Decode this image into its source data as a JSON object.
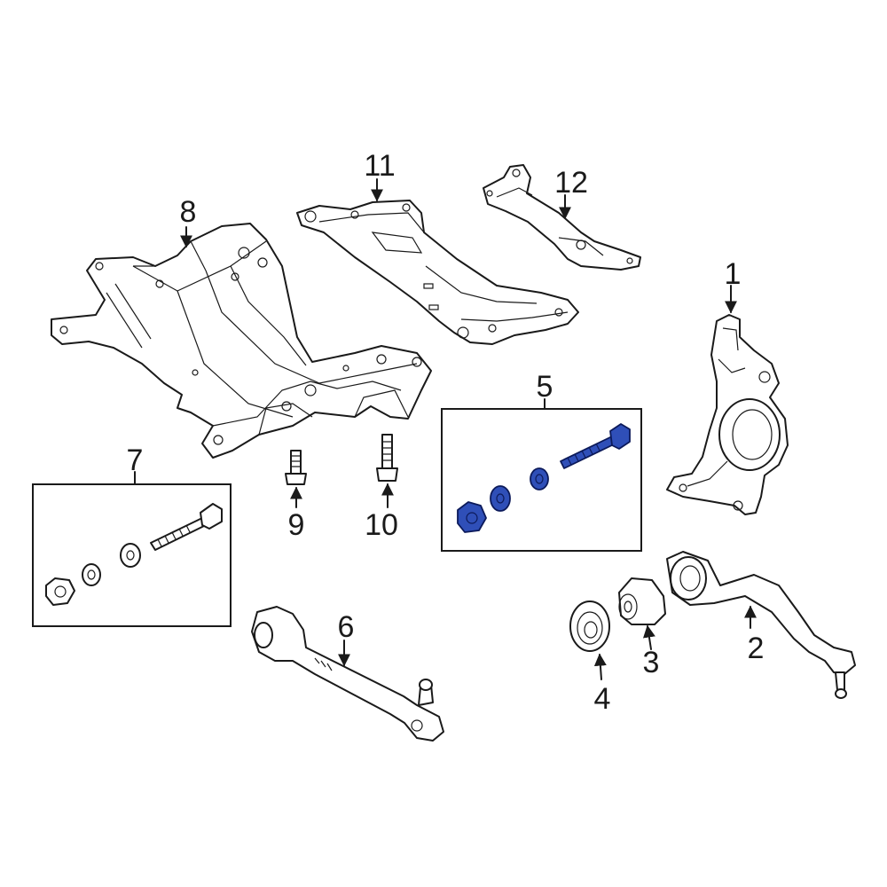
{
  "callouts": {
    "c1": "1",
    "c2": "2",
    "c3": "3",
    "c4": "4",
    "c5": "5",
    "c6": "6",
    "c7": "7",
    "c8": "8",
    "c9": "9",
    "c10": "10",
    "c11": "11",
    "c12": "12"
  },
  "colors": {
    "highlight": "#2f4fb8",
    "line": "#1a1a1a",
    "background": "#ffffff"
  }
}
